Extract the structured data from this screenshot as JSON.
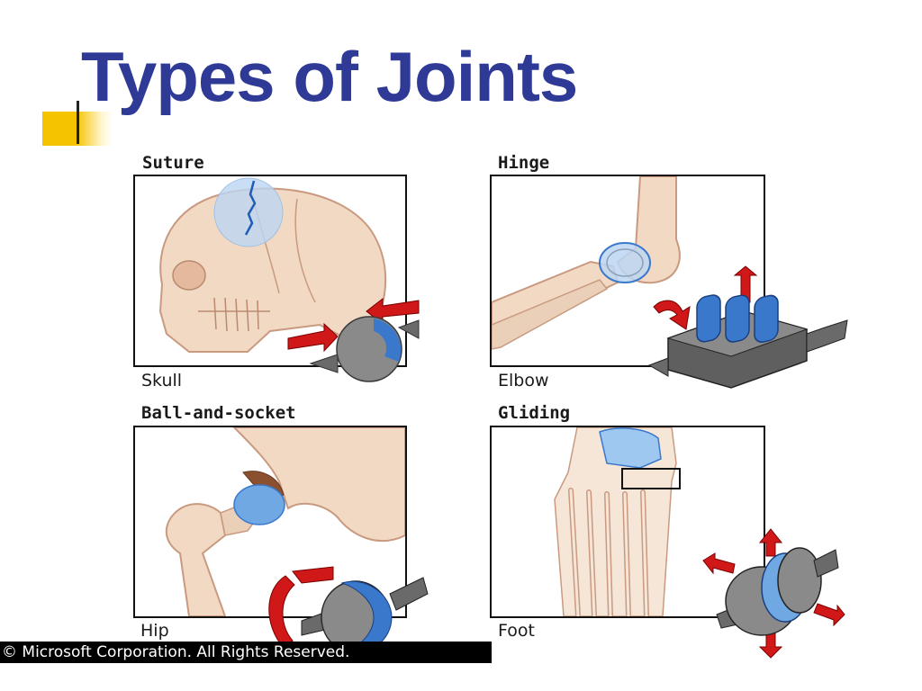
{
  "slide": {
    "title": "Types of Joints",
    "accent_color": "#f5c400",
    "title_color": "#2e3a96"
  },
  "panels": [
    {
      "heading": "Suture",
      "caption": "Skull",
      "illustration": "skull-icon",
      "model": "suture-joint-model-icon"
    },
    {
      "heading": "Hinge",
      "caption": "Elbow",
      "illustration": "elbow-icon",
      "model": "hinge-joint-model-icon"
    },
    {
      "heading": "Ball-and-socket",
      "caption": "Hip",
      "illustration": "hip-icon",
      "model": "ball-socket-joint-model-icon"
    },
    {
      "heading": "Gliding",
      "caption": "Foot",
      "illustration": "foot-icon",
      "model": "gliding-joint-model-icon"
    }
  ],
  "colors": {
    "bone": "#f2d9c4",
    "bone_shadow": "#d9b39a",
    "cartilage_blue": "#7fb3e6",
    "arrow_red": "#d01818",
    "metal_gray": "#808080"
  },
  "footer": {
    "copyright": "© Microsoft Corporation. All Rights Reserved."
  }
}
